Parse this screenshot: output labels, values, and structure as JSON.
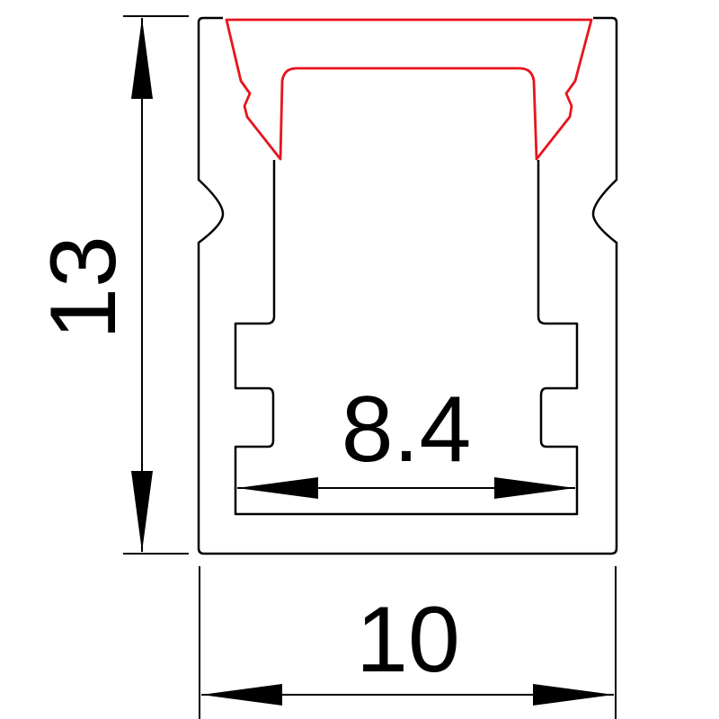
{
  "drawing": {
    "type": "technical-profile-drawing",
    "line_color": "#000000",
    "diffuser_color": "#e8141c",
    "background_color": "#ffffff"
  },
  "dimensions": {
    "height": {
      "value": "13"
    },
    "inner_width": {
      "value": "8.4"
    },
    "outer_width": {
      "value": "10"
    }
  }
}
